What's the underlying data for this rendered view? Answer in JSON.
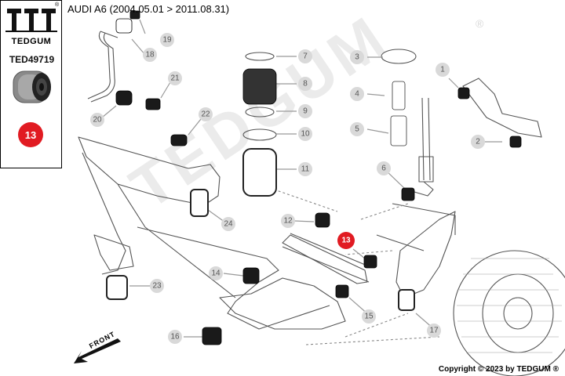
{
  "brand": {
    "logo_text": "TEDGUM",
    "registered_mark": "®",
    "part_number": "TED49719",
    "highlight_number": "13",
    "highlight_color": "#e11b22"
  },
  "vehicle": {
    "title": "AUDI A6 (2004.05.01 > 2011.08.31)"
  },
  "copyright": "Copyright © 2023 by TEDGUM ®",
  "front_label": "FRONT",
  "watermark": "TEDGUM",
  "callouts": [
    "1",
    "2",
    "3",
    "4",
    "5",
    "6",
    "7",
    "8",
    "9",
    "10",
    "11",
    "12",
    "13",
    "14",
    "15",
    "16",
    "17",
    "18",
    "19",
    "20",
    "21",
    "22",
    "23",
    "24"
  ],
  "colors": {
    "callout_circle": "#d9d9d9",
    "callout_text": "#555555",
    "line_art": "#444444",
    "part_dark": "#1a1a1a"
  }
}
